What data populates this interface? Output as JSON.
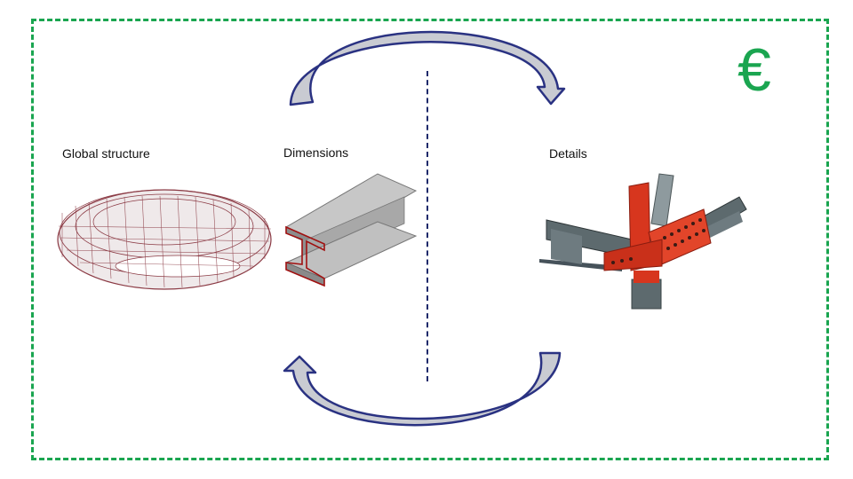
{
  "labels": {
    "global_structure": "Global structure",
    "dimensions": "Dimensions",
    "details": "Details"
  },
  "currency_symbol": "€",
  "colors": {
    "frame": "#1aa550",
    "arrow_stroke": "#2a3282",
    "arrow_fill": "#c9cbd2",
    "structure_mesh": "#8b3a44",
    "steel_red": "#d7361e",
    "steel_grey": "#5d6a6e"
  },
  "icons": {
    "top_arrow": "curved-arrow-right-icon",
    "bottom_arrow": "curved-arrow-left-icon",
    "structure": "oval-stadium-frame-model",
    "beam": "i-beam-3d",
    "joint": "steel-connection-node"
  }
}
